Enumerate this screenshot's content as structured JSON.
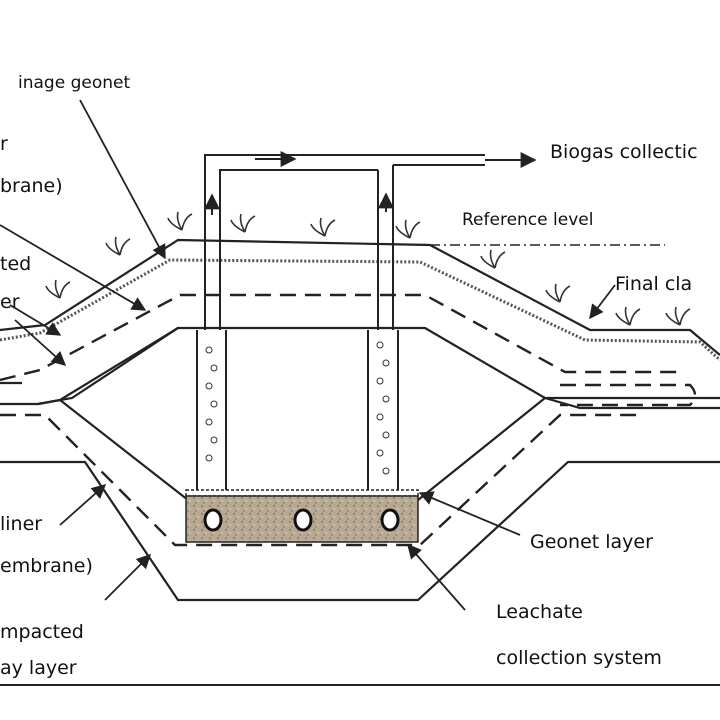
{
  "labels": {
    "drainage_geonet": "inage geonet",
    "membrane_top": "brane)",
    "r_fragment": "r",
    "biogas_collection": "Biogas collectic",
    "reference_level": "Reference level",
    "compacted_top": "ted",
    "clay_layer_top": "er",
    "final_clay": "Final cla",
    "geonet_layer": "Geonet layer",
    "liner": "liner",
    "membrane_bottom": "embrane)",
    "compacted_bottom": "mpacted",
    "clay_layer_bottom": "ay layer",
    "leachate_line1": "Leachate",
    "leachate_line2": "collection system"
  },
  "icons": {
    "plant": "grass-tuft-icon",
    "pipe_hole": "perforation-icon"
  },
  "colors": {
    "line": "#222222",
    "gravel": "#b8a993",
    "background": "#ffffff"
  }
}
